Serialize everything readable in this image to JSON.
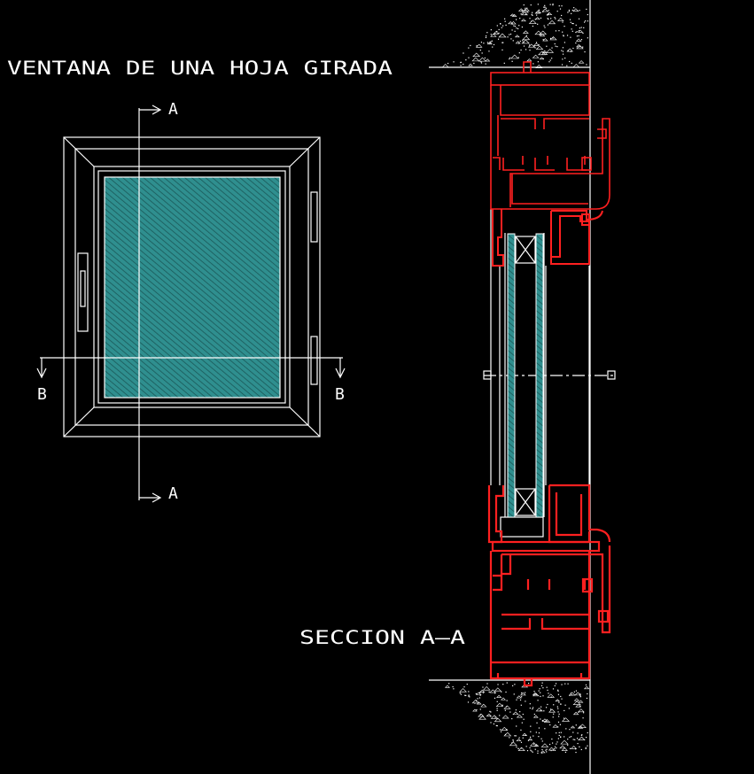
{
  "drawing": {
    "title": "VENTANA DE UNA HOJA GIRADA",
    "section_title": "SECCION A—A",
    "cut_labels": {
      "a_top": "A",
      "a_bottom": "A",
      "b_left": "B",
      "b_right": "B"
    },
    "colors": {
      "background": "#000000",
      "lines": "#ffffff",
      "profile": "#ff2020",
      "profile_dark": "#e00000",
      "glass": "#2f8f8f",
      "hatch": "#1d5f5f"
    }
  }
}
